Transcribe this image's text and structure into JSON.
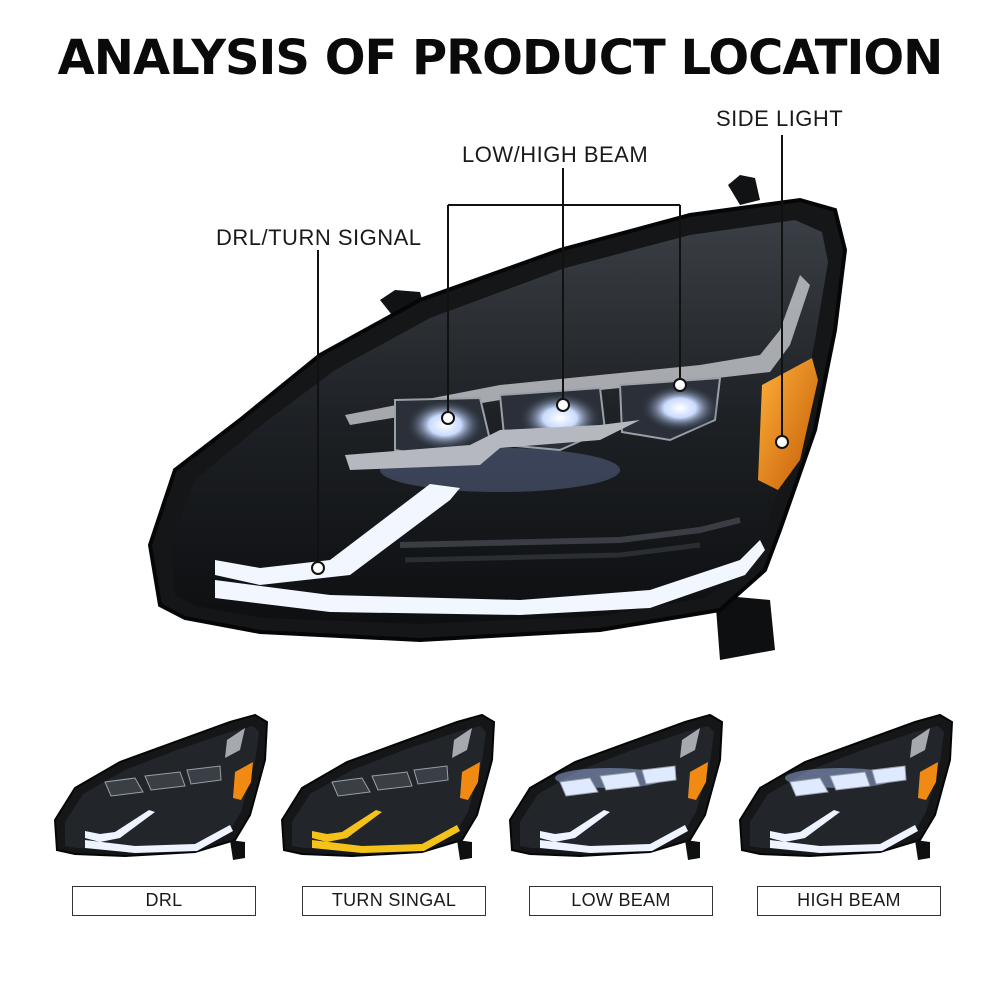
{
  "title": "ANALYSIS OF PRODUCT LOCATION",
  "callouts": {
    "side_light": "SIDE LIGHT",
    "low_high_beam": "LOW/HIGH BEAM",
    "drl_turn_signal": "DRL/TURN SIGNAL"
  },
  "modes": [
    {
      "label": "DRL",
      "drl_color": "#eef4ff",
      "beam_on": false
    },
    {
      "label": "TURN SINGAL",
      "drl_color": "#f5c21a",
      "beam_on": false
    },
    {
      "label": "LOW BEAM",
      "drl_color": "#eef4ff",
      "beam_on": true
    },
    {
      "label": "HIGH BEAM",
      "drl_color": "#eef4ff",
      "beam_on": true
    }
  ],
  "colors": {
    "housing": "#141618",
    "lens": "#2a2e33",
    "amber": "#f08a12",
    "drl": "#f2f6ff",
    "turn": "#f5c21a",
    "beam_glow": "#bcd2ff"
  }
}
